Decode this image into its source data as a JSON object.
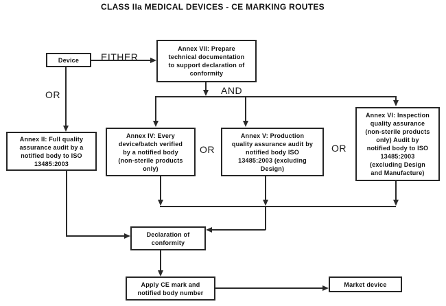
{
  "title": "CLASS IIa MEDICAL DEVICES - CE MARKING ROUTES",
  "nodes": {
    "device": {
      "label": "Device"
    },
    "annex7": {
      "label": "Annex VII: Prepare\ntechnical documentation\nto support declaration of\nconformity"
    },
    "annex2": {
      "label": "Annex II: Full quality\nassurance audit by a\nnotified body to ISO\n13485:2003"
    },
    "annex4": {
      "label": "Annex IV: Every\ndevice/batch verified\nby a notified body\n(non-sterile products\nonly)"
    },
    "annex5": {
      "label": "Annex V: Production\nquality assurance audit by\nnotified body ISO\n13485:2003 (excluding\nDesign)"
    },
    "annex6": {
      "label": "Annex VI: Inspection\nquality assurance\n(non-sterile products\nonly) Audit by\nnotified body to ISO\n13485:2003\n(excluding Design\nand Manufacture)"
    },
    "declaration": {
      "label": "Declaration of\nconformity"
    },
    "apply_ce": {
      "label": "Apply CE mark and\nnotified body number"
    },
    "market": {
      "label": "Market device"
    }
  },
  "edge_labels": {
    "either": "EITHER",
    "or_left": "OR",
    "and": "AND",
    "or_mid": "OR",
    "or_right": "OR"
  },
  "colors": {
    "background": "#ffffff",
    "line": "#2a2a2a",
    "text": "#111111"
  }
}
